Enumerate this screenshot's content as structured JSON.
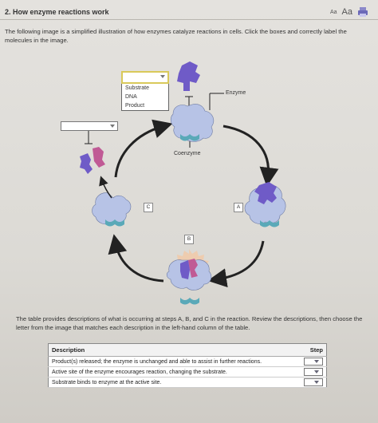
{
  "header": {
    "question_title": "2. How enzyme reactions work",
    "font_small_label": "Aa",
    "font_large_label": "Aa",
    "print_icon": "printer-icon"
  },
  "intro_text": "The following image is a simplified illustration of how enzymes catalyze reactions in cells. Click the boxes and correctly label the molecules in the image.",
  "diagram": {
    "open_dropdown": {
      "options": [
        "Substrate",
        "DNA",
        "Product"
      ]
    },
    "labels": {
      "enzyme": "Enzyme",
      "coenzyme": "Coenzyme"
    },
    "steps": {
      "a": "A",
      "b": "B",
      "c": "C"
    },
    "colors": {
      "enzyme": "#b7c3e6",
      "substrate_purple": "#6f5bc7",
      "substrate_pink": "#c05a95",
      "coenzyme": "#5aa9b8",
      "arrows": "#222222"
    }
  },
  "description_text": "The table provides descriptions of what is occurring at steps A, B, and C in the reaction. Review the descriptions, then choose the letter from the image that matches each description in the left-hand column of the table.",
  "table": {
    "headers": {
      "description": "Description",
      "step": "Step"
    },
    "rows": [
      {
        "description": "Product(s) released; the enzyme is unchanged and able to assist in further reactions.",
        "step": ""
      },
      {
        "description": "Active site of the enzyme encourages reaction, changing the substrate.",
        "step": ""
      },
      {
        "description": "Substrate binds to enzyme at the active site.",
        "step": ""
      }
    ]
  }
}
